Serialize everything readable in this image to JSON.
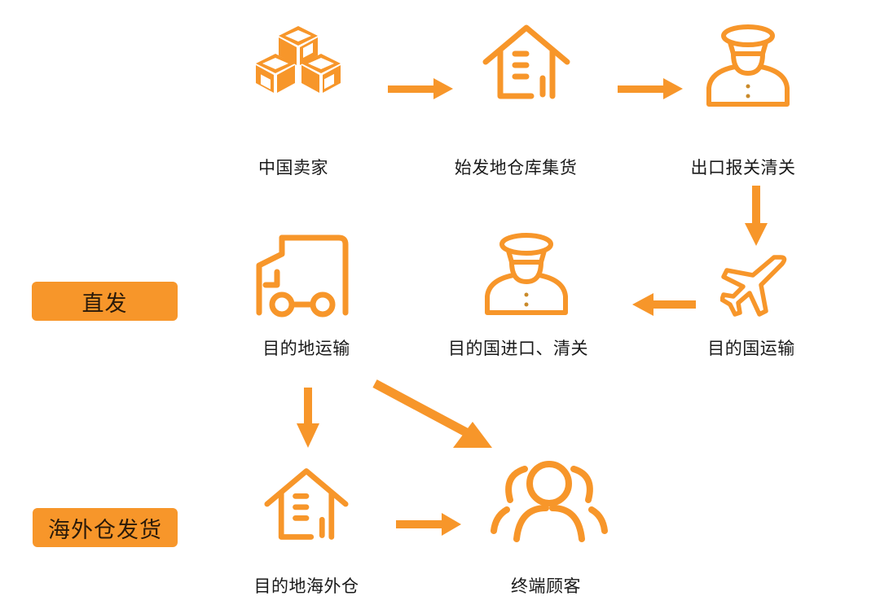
{
  "colors": {
    "accent": "#f7962a",
    "text": "#1a1a1a",
    "badge_text": "#2a1a0a",
    "background": "#ffffff"
  },
  "badges": {
    "direct": "直发",
    "overseas_warehouse": "海外仓发货"
  },
  "nodes": [
    {
      "id": "china-seller",
      "label": "中国卖家",
      "icon": "boxes-icon"
    },
    {
      "id": "origin-warehouse",
      "label": "始发地仓库集货",
      "icon": "warehouse-icon"
    },
    {
      "id": "export-customs",
      "label": "出口报关清关",
      "icon": "customs-officer-icon"
    },
    {
      "id": "destination-country-transport",
      "label": "目的国运输",
      "icon": "airplane-icon"
    },
    {
      "id": "destination-import-customs",
      "label": "目的国进口、清关",
      "icon": "customs-officer-icon"
    },
    {
      "id": "destination-transport",
      "label": "目的地运输",
      "icon": "truck-icon"
    },
    {
      "id": "destination-overseas-warehouse",
      "label": "目的地海外仓",
      "icon": "warehouse-icon"
    },
    {
      "id": "end-customer",
      "label": "终端顾客",
      "icon": "customers-icon"
    }
  ],
  "edges": [
    {
      "from": "china-seller",
      "to": "origin-warehouse"
    },
    {
      "from": "origin-warehouse",
      "to": "export-customs"
    },
    {
      "from": "export-customs",
      "to": "destination-country-transport"
    },
    {
      "from": "destination-country-transport",
      "to": "destination-import-customs"
    },
    {
      "from": "destination-transport",
      "to": "destination-overseas-warehouse"
    },
    {
      "from": "destination-transport",
      "to": "end-customer"
    },
    {
      "from": "destination-overseas-warehouse",
      "to": "end-customer"
    }
  ]
}
